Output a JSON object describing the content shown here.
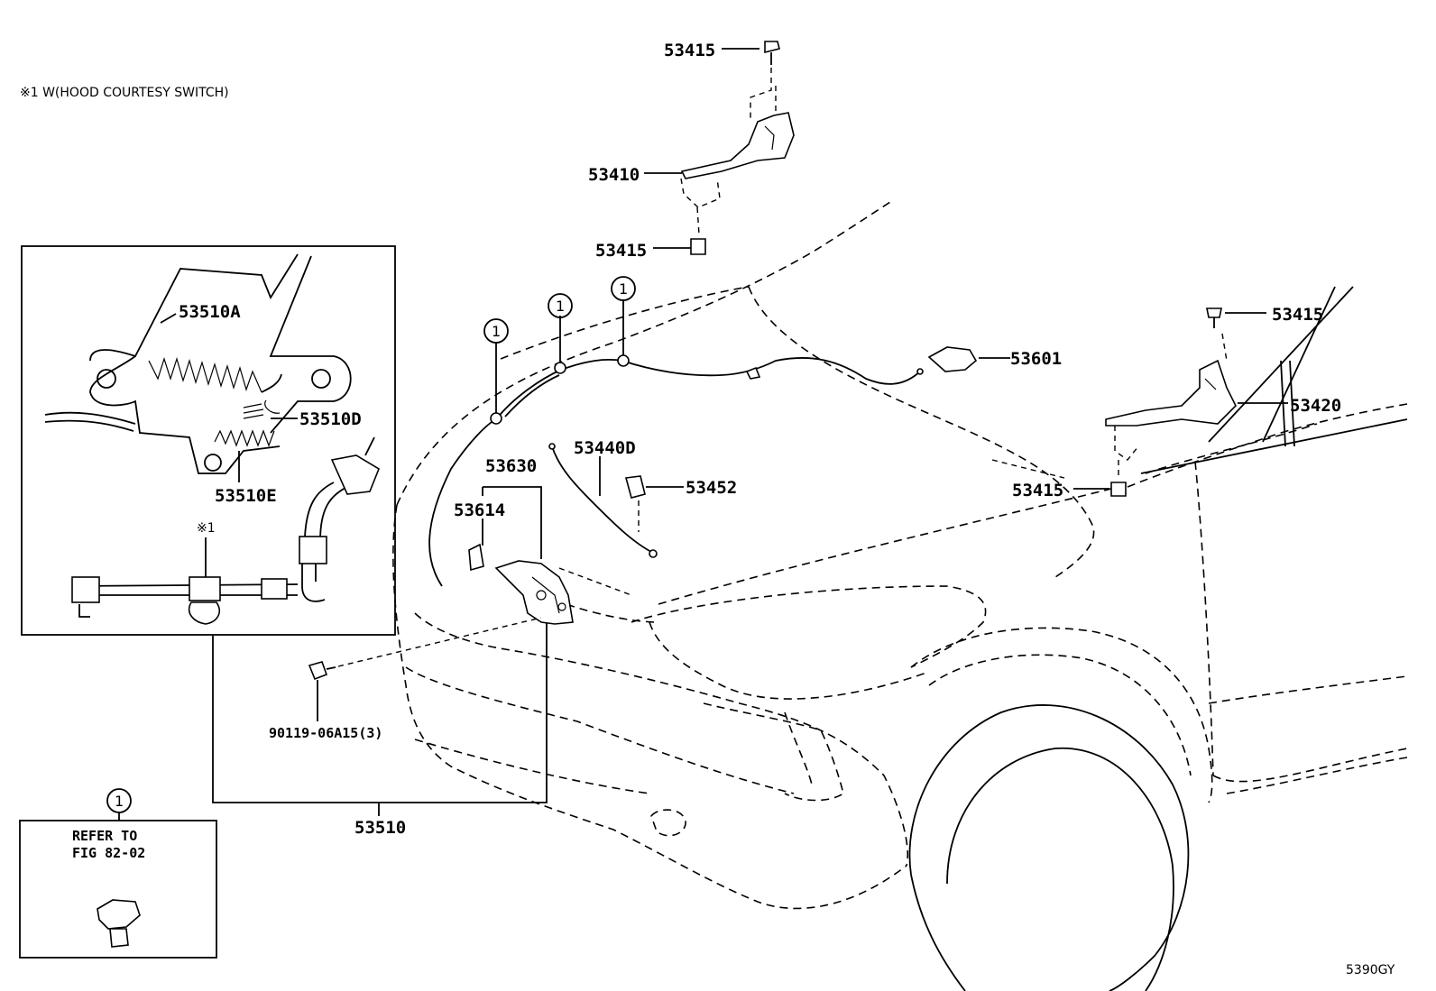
{
  "note": "※1 W(HOOD COURTESY SWITCH)",
  "diagram_code": "5390GY",
  "inset_refs": {
    "spring_a": "53510A",
    "spring_d": "53510D",
    "spring_e": "53510E",
    "switch_mark": "※1"
  },
  "circle_ref": "1",
  "refer_box": {
    "line1": "REFER TO",
    "line2": "FIG 82-02"
  },
  "parts": {
    "bolt_top": "53415",
    "hinge_left": "53410",
    "bolt_hinge_lower": "53415",
    "bolt_right_top": "53415",
    "hinge_right": "53420",
    "bolt_right_lower": "53415",
    "release_lever": "53601",
    "cable_53440d": "53440D",
    "clamp": "53452",
    "cable_53630": "53630",
    "clip_53614": "53614",
    "bolt_90119": "90119-06A15(3)",
    "lock_assy": "53510"
  }
}
